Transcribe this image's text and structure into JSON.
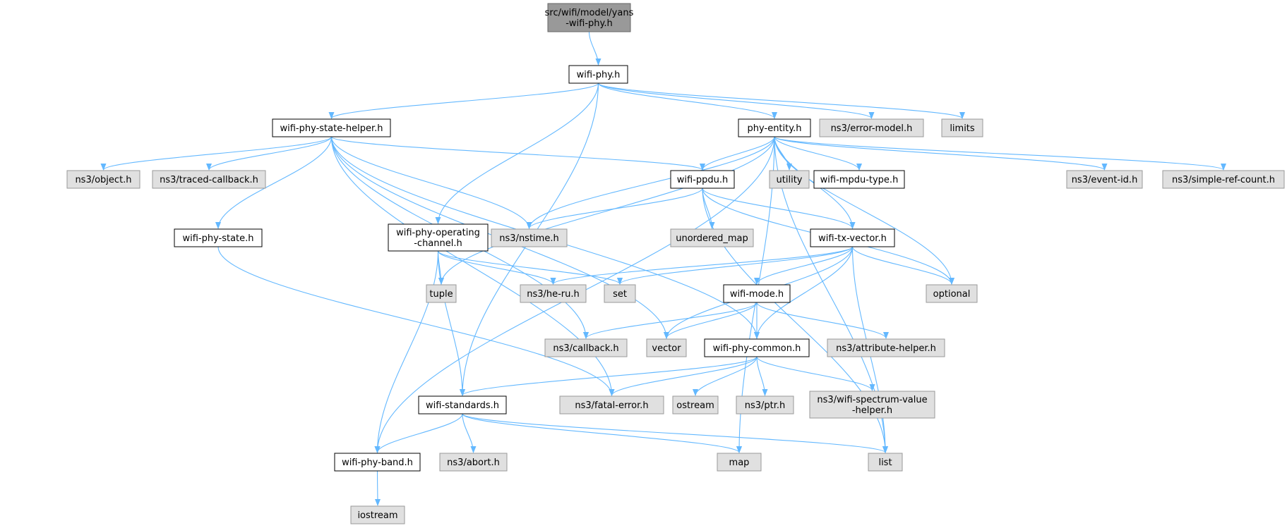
{
  "colors": {
    "edge": "#63b8ff",
    "root_fill": "#999999",
    "root_border": "#666666",
    "local_fill": "#ffffff",
    "local_border": "#000000",
    "system_fill": "#e0e0e0",
    "system_border": "#999999"
  },
  "nodes": [
    {
      "id": "root",
      "lines": [
        "src/wifi/model/yans",
        "-wifi-phy.h"
      ],
      "kind": "root"
    },
    {
      "id": "wifi-phy",
      "lines": [
        "wifi-phy.h"
      ],
      "kind": "local"
    },
    {
      "id": "state-helper",
      "lines": [
        "wifi-phy-state-helper.h"
      ],
      "kind": "local"
    },
    {
      "id": "phy-entity",
      "lines": [
        "phy-entity.h"
      ],
      "kind": "local"
    },
    {
      "id": "error-model",
      "lines": [
        "ns3/error-model.h"
      ],
      "kind": "system"
    },
    {
      "id": "limits",
      "lines": [
        "limits"
      ],
      "kind": "system"
    },
    {
      "id": "object",
      "lines": [
        "ns3/object.h"
      ],
      "kind": "system"
    },
    {
      "id": "traced-callback",
      "lines": [
        "ns3/traced-callback.h"
      ],
      "kind": "system"
    },
    {
      "id": "wifi-ppdu",
      "lines": [
        "wifi-ppdu.h"
      ],
      "kind": "local"
    },
    {
      "id": "utility",
      "lines": [
        "utility"
      ],
      "kind": "system"
    },
    {
      "id": "mpdu-type",
      "lines": [
        "wifi-mpdu-type.h"
      ],
      "kind": "local"
    },
    {
      "id": "event-id",
      "lines": [
        "ns3/event-id.h"
      ],
      "kind": "system"
    },
    {
      "id": "simple-ref-count",
      "lines": [
        "ns3/simple-ref-count.h"
      ],
      "kind": "system"
    },
    {
      "id": "phy-state",
      "lines": [
        "wifi-phy-state.h"
      ],
      "kind": "local"
    },
    {
      "id": "op-channel",
      "lines": [
        "wifi-phy-operating",
        "-channel.h"
      ],
      "kind": "local"
    },
    {
      "id": "nstime",
      "lines": [
        "ns3/nstime.h"
      ],
      "kind": "system"
    },
    {
      "id": "unordered-map",
      "lines": [
        "unordered_map"
      ],
      "kind": "system"
    },
    {
      "id": "tx-vector",
      "lines": [
        "wifi-tx-vector.h"
      ],
      "kind": "local"
    },
    {
      "id": "tuple",
      "lines": [
        "tuple"
      ],
      "kind": "system"
    },
    {
      "id": "he-ru",
      "lines": [
        "ns3/he-ru.h"
      ],
      "kind": "system"
    },
    {
      "id": "set",
      "lines": [
        "set"
      ],
      "kind": "system"
    },
    {
      "id": "wifi-mode",
      "lines": [
        "wifi-mode.h"
      ],
      "kind": "local"
    },
    {
      "id": "optional",
      "lines": [
        "optional"
      ],
      "kind": "system"
    },
    {
      "id": "callback",
      "lines": [
        "ns3/callback.h"
      ],
      "kind": "system"
    },
    {
      "id": "vector",
      "lines": [
        "vector"
      ],
      "kind": "system"
    },
    {
      "id": "phy-common",
      "lines": [
        "wifi-phy-common.h"
      ],
      "kind": "local"
    },
    {
      "id": "attribute-helper",
      "lines": [
        "ns3/attribute-helper.h"
      ],
      "kind": "system"
    },
    {
      "id": "standards",
      "lines": [
        "wifi-standards.h"
      ],
      "kind": "local"
    },
    {
      "id": "fatal-error",
      "lines": [
        "ns3/fatal-error.h"
      ],
      "kind": "system"
    },
    {
      "id": "ostream",
      "lines": [
        "ostream"
      ],
      "kind": "system"
    },
    {
      "id": "ptr",
      "lines": [
        "ns3/ptr.h"
      ],
      "kind": "system"
    },
    {
      "id": "spectrum-value",
      "lines": [
        "ns3/wifi-spectrum-value",
        "-helper.h"
      ],
      "kind": "system"
    },
    {
      "id": "phy-band",
      "lines": [
        "wifi-phy-band.h"
      ],
      "kind": "local"
    },
    {
      "id": "abort",
      "lines": [
        "ns3/abort.h"
      ],
      "kind": "system"
    },
    {
      "id": "map",
      "lines": [
        "map"
      ],
      "kind": "system"
    },
    {
      "id": "list",
      "lines": [
        "list"
      ],
      "kind": "system"
    },
    {
      "id": "iostream",
      "lines": [
        "iostream"
      ],
      "kind": "system"
    }
  ],
  "edges": [
    [
      "root",
      "wifi-phy"
    ],
    [
      "wifi-phy",
      "state-helper"
    ],
    [
      "wifi-phy",
      "phy-entity"
    ],
    [
      "wifi-phy",
      "error-model"
    ],
    [
      "wifi-phy",
      "limits"
    ],
    [
      "wifi-phy",
      "op-channel"
    ],
    [
      "wifi-phy",
      "standards"
    ],
    [
      "state-helper",
      "object"
    ],
    [
      "state-helper",
      "traced-callback"
    ],
    [
      "state-helper",
      "wifi-ppdu"
    ],
    [
      "state-helper",
      "phy-state"
    ],
    [
      "state-helper",
      "nstime"
    ],
    [
      "state-helper",
      "callback"
    ],
    [
      "state-helper",
      "vector"
    ],
    [
      "state-helper",
      "phy-common"
    ],
    [
      "state-helper",
      "fatal-error"
    ],
    [
      "phy-entity",
      "wifi-ppdu"
    ],
    [
      "phy-entity",
      "utility"
    ],
    [
      "phy-entity",
      "mpdu-type"
    ],
    [
      "phy-entity",
      "event-id"
    ],
    [
      "phy-entity",
      "simple-ref-count"
    ],
    [
      "phy-entity",
      "nstime"
    ],
    [
      "phy-entity",
      "tx-vector"
    ],
    [
      "phy-entity",
      "optional"
    ],
    [
      "phy-entity",
      "tuple"
    ],
    [
      "phy-entity",
      "phy-band"
    ],
    [
      "phy-entity",
      "map"
    ],
    [
      "phy-entity",
      "list"
    ],
    [
      "wifi-ppdu",
      "nstime"
    ],
    [
      "wifi-ppdu",
      "unordered-map"
    ],
    [
      "wifi-ppdu",
      "tx-vector"
    ],
    [
      "wifi-ppdu",
      "optional"
    ],
    [
      "wifi-ppdu",
      "list"
    ],
    [
      "phy-state",
      "fatal-error"
    ],
    [
      "op-channel",
      "tuple"
    ],
    [
      "op-channel",
      "he-ru"
    ],
    [
      "op-channel",
      "set"
    ],
    [
      "op-channel",
      "standards"
    ],
    [
      "op-channel",
      "phy-band"
    ],
    [
      "tx-vector",
      "set"
    ],
    [
      "tx-vector",
      "he-ru"
    ],
    [
      "tx-vector",
      "wifi-mode"
    ],
    [
      "tx-vector",
      "optional"
    ],
    [
      "tx-vector",
      "vector"
    ],
    [
      "tx-vector",
      "phy-common"
    ],
    [
      "tx-vector",
      "list"
    ],
    [
      "wifi-mode",
      "callback"
    ],
    [
      "wifi-mode",
      "vector"
    ],
    [
      "wifi-mode",
      "phy-common"
    ],
    [
      "wifi-mode",
      "attribute-helper"
    ],
    [
      "phy-common",
      "standards"
    ],
    [
      "phy-common",
      "fatal-error"
    ],
    [
      "phy-common",
      "ostream"
    ],
    [
      "phy-common",
      "ptr"
    ],
    [
      "phy-common",
      "spectrum-value"
    ],
    [
      "standards",
      "phy-band"
    ],
    [
      "standards",
      "abort"
    ],
    [
      "standards",
      "map"
    ],
    [
      "standards",
      "list"
    ],
    [
      "phy-band",
      "iostream"
    ]
  ]
}
